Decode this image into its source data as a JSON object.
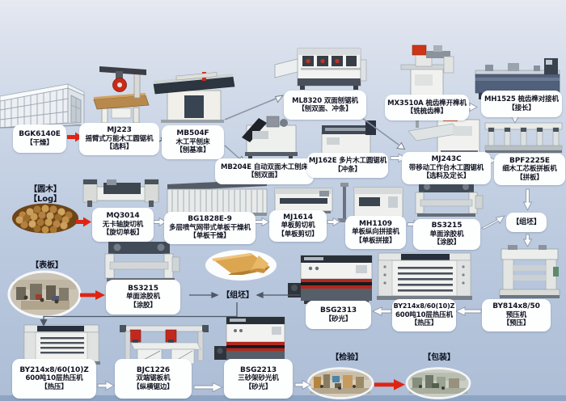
{
  "diagram_title": "plywood blockboard production line process flow",
  "colors": {
    "background_top": "#e6e9f1",
    "background_bottom": "#adbed6",
    "red_arrow": "#e02413",
    "white_arrow": "#fcfdfe",
    "label_box": "#fdfefe",
    "text": "#0f1320"
  },
  "nodes": {
    "bgk6140e": {
      "model": "BGK6140E",
      "stage": "【干燥】"
    },
    "mj223": {
      "model": "MJ223",
      "name": "摇臂式万能木工圆锯机",
      "stage": "【选料】"
    },
    "mb504f": {
      "model": "MB504F",
      "name": "木工平刨床",
      "stage": "【刨基准】"
    },
    "ml8320": {
      "title": "ML8320 双面刨锯机",
      "stage": "【刨双面、冲条】"
    },
    "mx3510a": {
      "title": "MX3510A 梳齿榫开榫机",
      "stage": "【铣梳齿榫】"
    },
    "mh1525": {
      "title": "MH1525 梳齿榫对接机",
      "stage": "【接长】"
    },
    "mb204e": {
      "title": "MB204E 自动双面木工刨床",
      "stage": "【刨双面】"
    },
    "mj162e": {
      "title": "MJ162E 多片木工圆锯机",
      "stage": "【冲条】"
    },
    "mj243c": {
      "model": "MJ243C",
      "name": "带移动工作台木工圆锯机",
      "stage": "【选料及定长】"
    },
    "bpf2225e": {
      "model": "BPF2225E",
      "name": "细木工芯板拼板机",
      "stage": "【拼板】"
    },
    "mq3014": {
      "model": "MQ3014",
      "name": "无卡轴旋切机",
      "stage": "【旋切单板】"
    },
    "bg1828e9": {
      "model": "BG1828E-9",
      "name": "多层喷气网带式单板干燥机",
      "stage": "【单板干燥】"
    },
    "mj1614": {
      "model": "MJ1614",
      "name": "单板剪切机",
      "stage": "【单板剪切】"
    },
    "mh1109": {
      "model": "MH1109",
      "name": "单板纵向拼接机",
      "stage": "【单板拼接】"
    },
    "bs3215r": {
      "model": "BS3215",
      "name": "单面涂胶机",
      "stage": "【涂胶】"
    },
    "bs3215l": {
      "model": "BS3215",
      "name": "单面涂胶机",
      "stage": "【涂胶】"
    },
    "zupi_r": {
      "title": "【组坯】"
    },
    "zupi_l": {
      "title": "【组坯】"
    },
    "bsg2313": {
      "model": "BSG2313",
      "stage": "【砂光】"
    },
    "by214_r": {
      "model": "BY214x8/60(10)Z",
      "name": "600吨10层热压机",
      "stage": "【热压】"
    },
    "by814": {
      "model": "BY814x8/50",
      "name": "预压机",
      "stage": "【预压】"
    },
    "by214_b": {
      "model": "BY214x8/60(10)Z",
      "name": "600吨10层热压机",
      "stage": "【热压】"
    },
    "bjc1226": {
      "model": "BJC1226",
      "name": "双端锯板机",
      "stage": "【纵横锯边】"
    },
    "bsg2213": {
      "model": "BSG2213",
      "name": "三砂架砂光机",
      "stage": "【砂光】"
    },
    "log": {
      "title": "【圆木】",
      "subtitle": "【Log】"
    },
    "face_board": {
      "title": "【表板】"
    },
    "inspection": {
      "title": "【检验】"
    },
    "packing": {
      "title": "【包装】"
    }
  },
  "edges": [
    {
      "from": "bgk6140e",
      "to": "mj223",
      "style": "red"
    },
    {
      "from": "mj223",
      "to": "mb504f",
      "style": "thin"
    },
    {
      "from": "mb504f",
      "to": "ml8320",
      "style": "thin"
    },
    {
      "from": "mb504f",
      "to": "mb204e",
      "style": "thin"
    },
    {
      "from": "ml8320",
      "to": "mj243c",
      "style": "thin"
    },
    {
      "from": "mx3510a",
      "to": "mh1525",
      "style": "white"
    },
    {
      "from": "mh1525",
      "to": "bpf2225e",
      "style": "white"
    },
    {
      "from": "mj162e",
      "to": "mj243c",
      "style": "white"
    },
    {
      "from": "mj243c",
      "to": "bpf2225e",
      "style": "white"
    },
    {
      "from": "bpf2225e",
      "to": "zupi_r",
      "style": "white"
    },
    {
      "from": "log",
      "to": "mq3014",
      "style": "red"
    },
    {
      "from": "mq3014",
      "to": "bg1828e9",
      "style": "white"
    },
    {
      "from": "bg1828e9",
      "to": "mj1614",
      "style": "white"
    },
    {
      "from": "mj1614",
      "to": "mh1109",
      "style": "white"
    },
    {
      "from": "mh1109",
      "to": "bs3215r",
      "style": "white"
    },
    {
      "from": "bs3215r",
      "to": "zupi_r",
      "style": "white"
    },
    {
      "from": "zupi_r",
      "to": "by814",
      "style": "white"
    },
    {
      "from": "by814",
      "to": "by214_r",
      "style": "white"
    },
    {
      "from": "by214_r",
      "to": "bsg2313",
      "style": "white"
    },
    {
      "from": "bsg2313",
      "to": "zupi_l",
      "style": "thin"
    },
    {
      "from": "face_board",
      "to": "bs3215l",
      "style": "red"
    },
    {
      "from": "bs3215l",
      "to": "zupi_l",
      "style": "thin"
    },
    {
      "from": "zupi_l",
      "to": "by214_b",
      "style": "thin-elbow"
    },
    {
      "from": "by214_b",
      "to": "bjc1226",
      "style": "white"
    },
    {
      "from": "bjc1226",
      "to": "bsg2213",
      "style": "white"
    },
    {
      "from": "bsg2213",
      "to": "inspection",
      "style": "white"
    },
    {
      "from": "inspection",
      "to": "packing",
      "style": "red"
    }
  ]
}
